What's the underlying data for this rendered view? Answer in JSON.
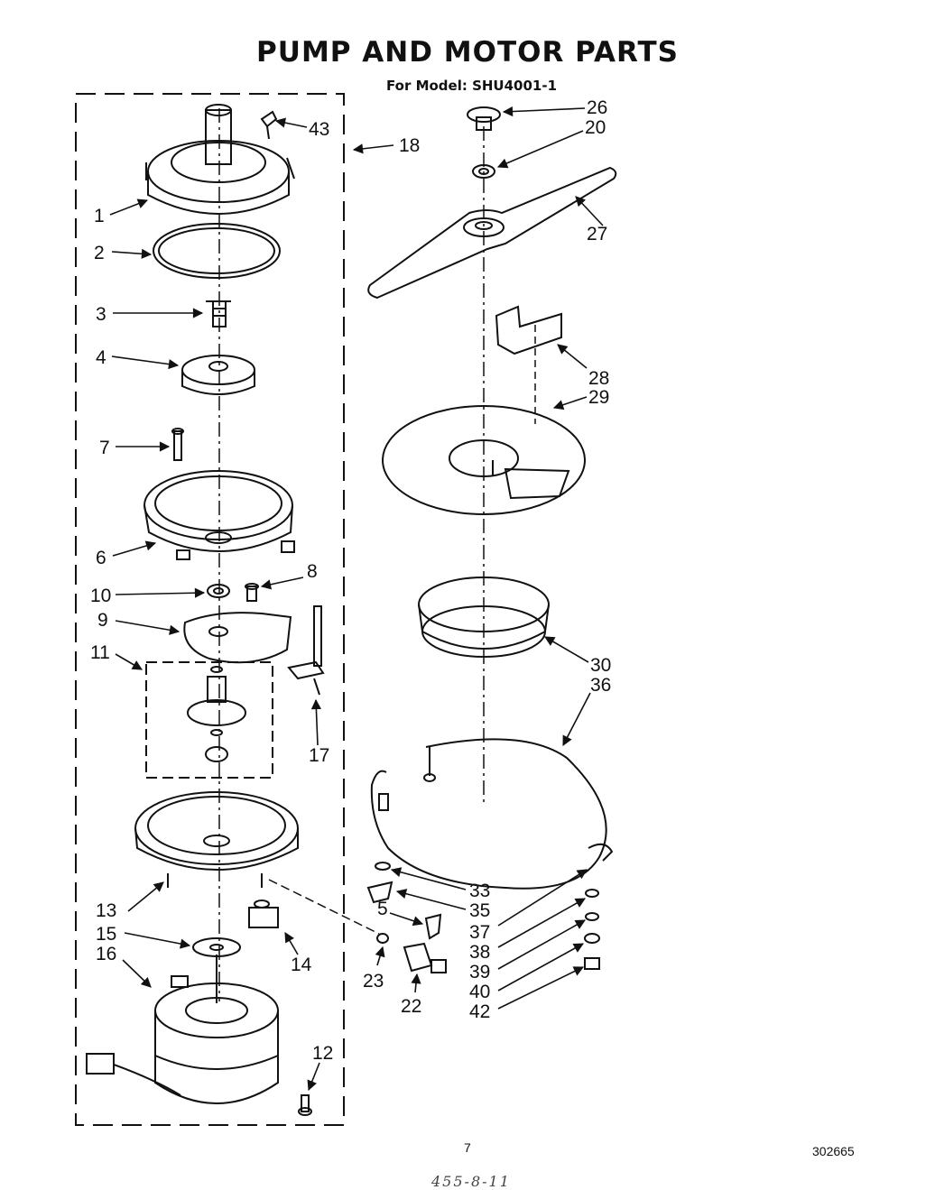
{
  "title": "PUMP AND MOTOR PARTS",
  "subtitle": "For Model: SHU4001-1",
  "page_number": "7",
  "doc_code": "302665",
  "handwritten_note": "455-8-11",
  "callouts": [
    "1",
    "2",
    "3",
    "4",
    "5",
    "6",
    "7",
    "8",
    "9",
    "10",
    "11",
    "12",
    "13",
    "14",
    "15",
    "16",
    "17",
    "18",
    "20",
    "22",
    "23",
    "26",
    "27",
    "28",
    "29",
    "30",
    "33",
    "35",
    "36",
    "37",
    "38",
    "39",
    "40",
    "42",
    "43"
  ]
}
